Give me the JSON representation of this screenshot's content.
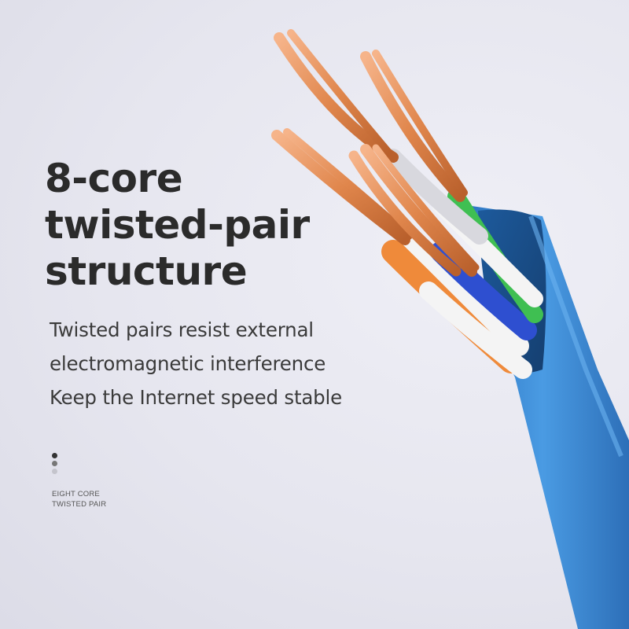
{
  "headline": {
    "line1": "8-core",
    "line2": "twisted-pair",
    "line3": "structure"
  },
  "description": {
    "line1": "Twisted pairs resist external",
    "line2": "electromagnetic interference",
    "line3": "Keep the Internet speed stable"
  },
  "caption": {
    "line1": "EIGHT CORE",
    "line2": "TWISTED PAIR"
  },
  "product_image": {
    "subject": "blue network cable with exposed copper-core twisted pairs",
    "jacket_color": "#3f8ed6",
    "copper_color": "#e08a4e",
    "wire_colors": [
      "#f0f0f0",
      "#3fbf52",
      "#2e4fd0",
      "#ef8a3a"
    ]
  },
  "colors": {
    "background": "#e6e6ef",
    "headline": "#2b2b2b",
    "body_text": "#3a3a3a"
  }
}
